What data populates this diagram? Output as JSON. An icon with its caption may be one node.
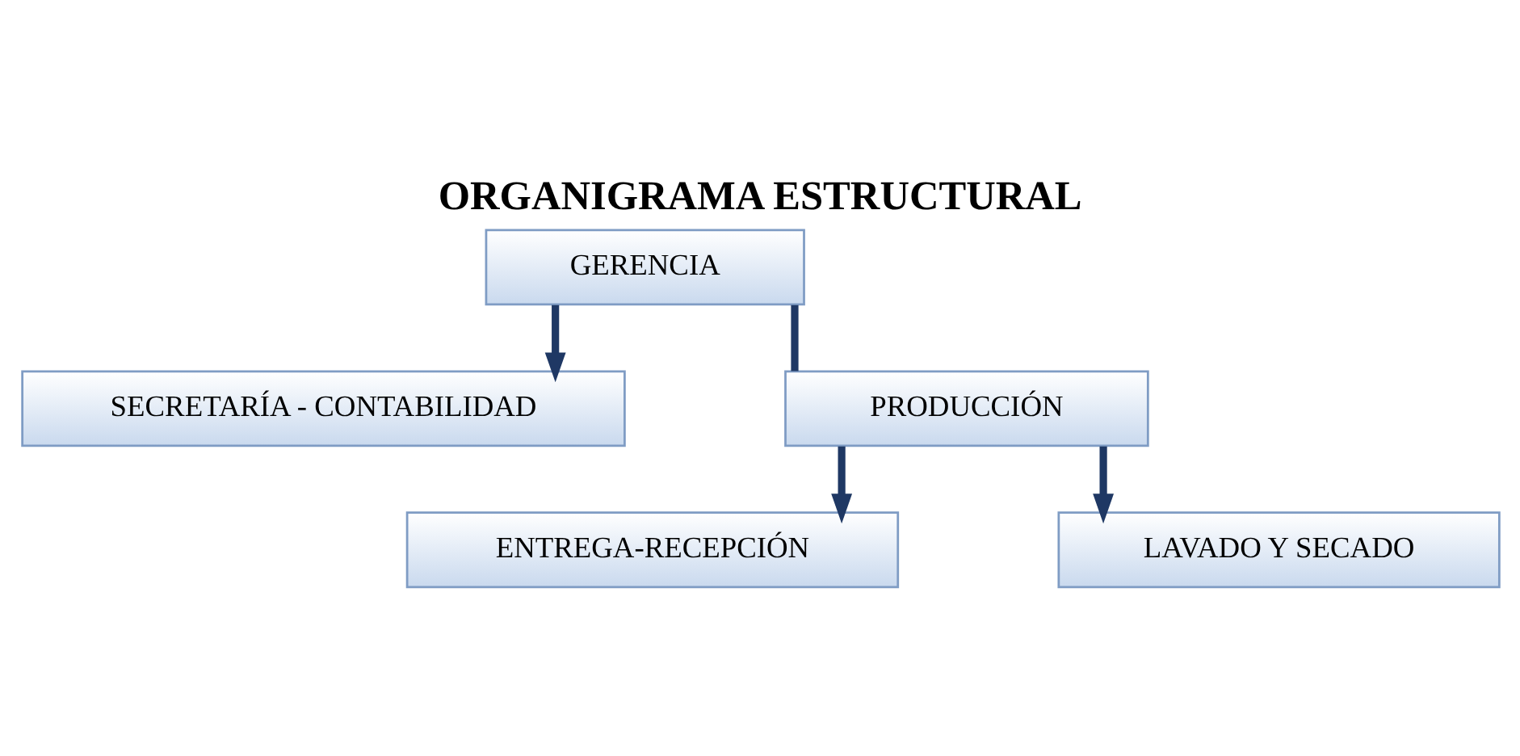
{
  "diagram": {
    "title": "ORGANIGRAMA ESTRUCTURAL",
    "nodes": [
      {
        "text": [
          "GERENCIA"
        ]
      },
      {
        "text": [
          "SECRETARÍA - CONTABILIDAD"
        ]
      },
      {
        "text": [
          "PRODUCCIÓN"
        ]
      },
      {
        "text": [
          "ENTREGA-RECEPCIÓN"
        ]
      },
      {
        "text": [
          "LAVADO Y SECADO"
        ]
      }
    ],
    "edges": [
      {
        "from": 0,
        "to": 1,
        "arrow": "to"
      },
      {
        "from": 0,
        "to": 2,
        "arrow": "none"
      },
      {
        "from": 2,
        "to": 3,
        "arrow": "to"
      },
      {
        "from": 2,
        "to": 4,
        "arrow": "to"
      }
    ]
  }
}
